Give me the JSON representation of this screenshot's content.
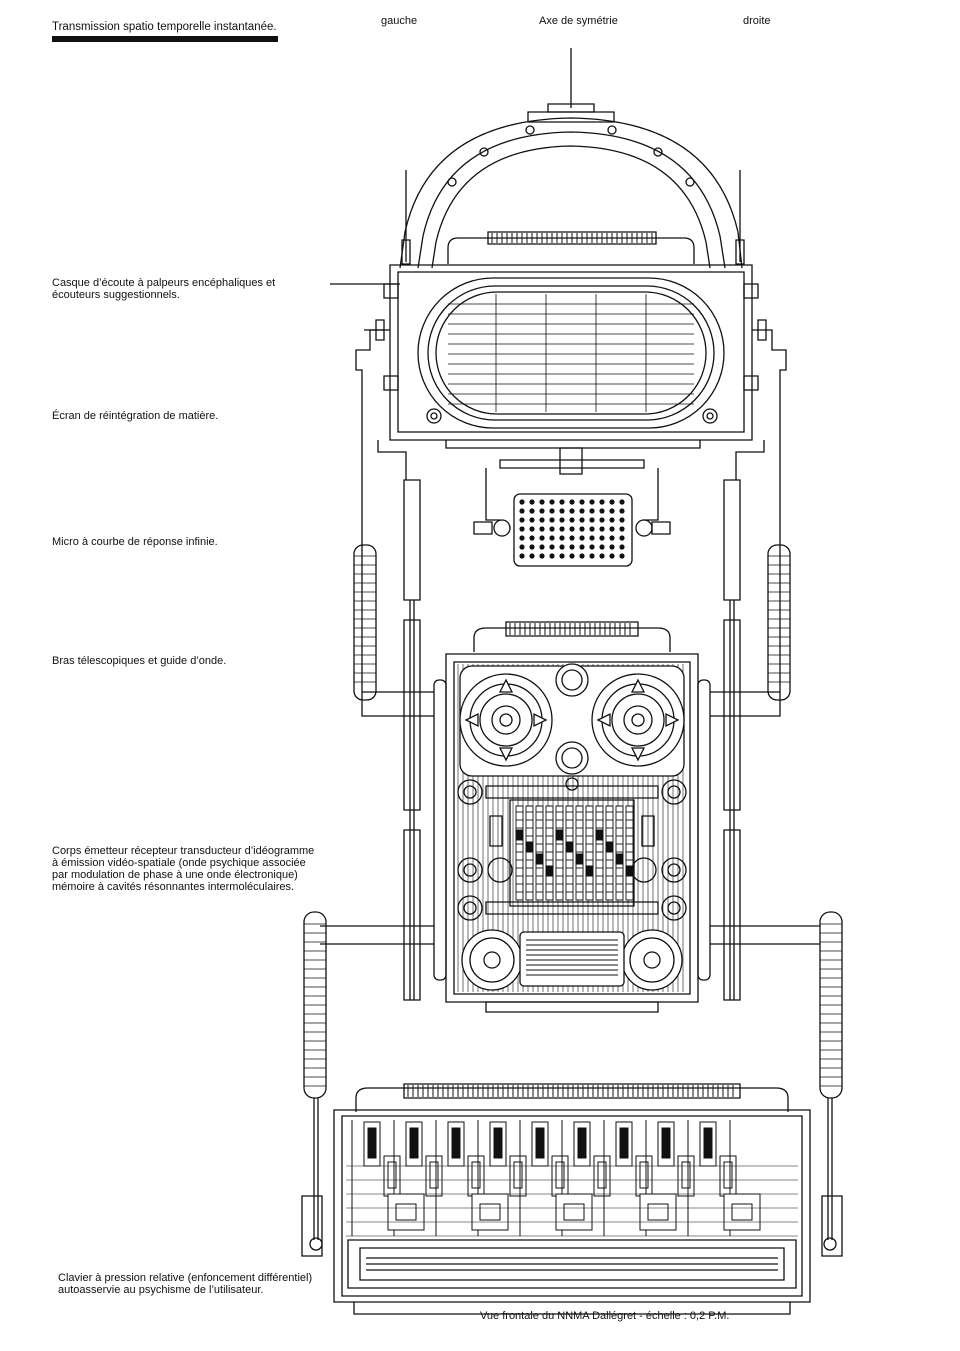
{
  "header": {
    "title": "Transmission spatio temporelle instantanée.",
    "left": "gauche",
    "axis": "Axe de symétrie",
    "right": "droite"
  },
  "labels": {
    "casque": [
      "Casque d’écoute à palpeurs encéphaliques et",
      "écouteurs suggestionnels."
    ],
    "ecran": [
      "Écran de réintégration de matière."
    ],
    "micro": [
      "Micro à courbe de réponse infinie."
    ],
    "bras": [
      "Bras télescopiques et guide d’onde."
    ],
    "corps": [
      "Corps émetteur récepteur transducteur d’idéogramme",
      "à émission vidéo-spatiale (onde psychique associée",
      "par modulation de phase à une onde électronique)",
      "mémoire à cavités résonnantes intermoléculaires."
    ],
    "clavier": [
      "Clavier à pression relative (enfoncement différentiel)",
      "autoasservie au psychisme de l’utilisateur."
    ]
  },
  "caption": "Vue frontale du NNMA Dallégret - échelle : 0,2 P.M.",
  "colors": {
    "ink": "#111111",
    "paper": "#ffffff"
  }
}
